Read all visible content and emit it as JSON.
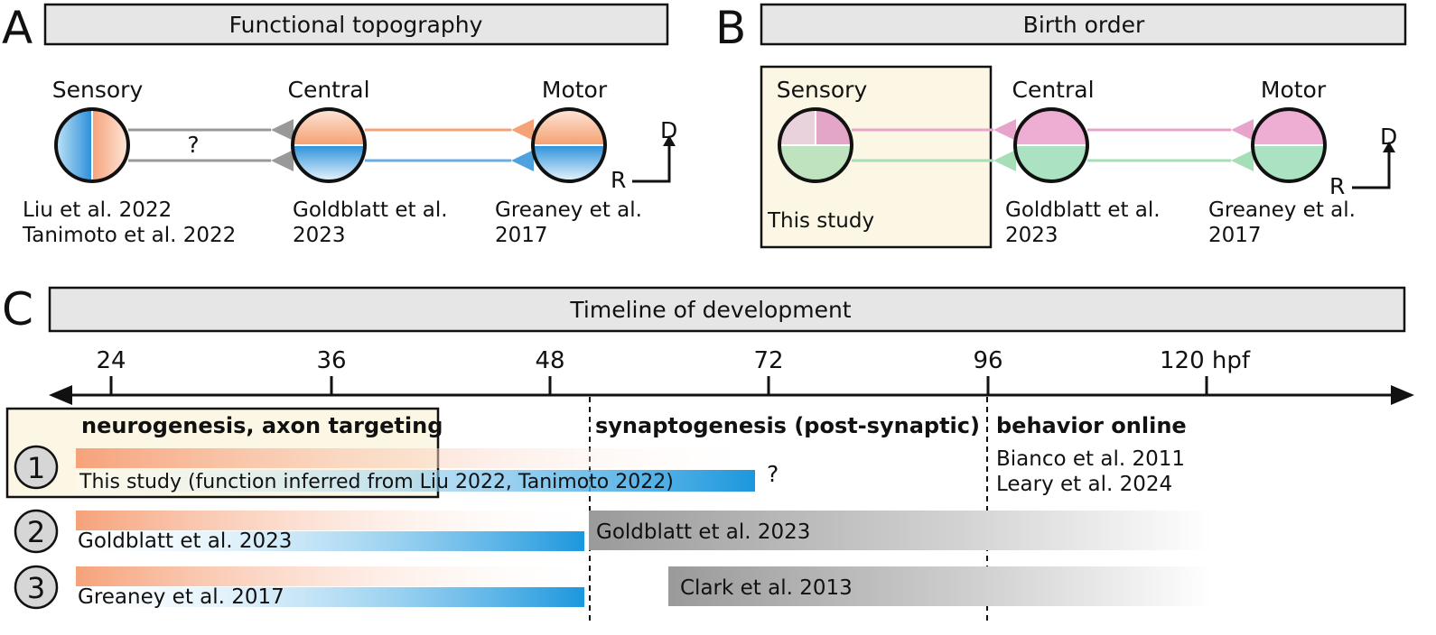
{
  "panel_a": {
    "letter": "A",
    "title": "Functional topography",
    "sensory_label": "Sensory",
    "central_label": "Central",
    "motor_label": "Motor",
    "unknown_mark": "?",
    "sensory_cite": [
      "Liu et al. 2022",
      "Tanimoto et al. 2022"
    ],
    "central_cite": [
      "Goldblatt et al.",
      "2023"
    ],
    "motor_cite": [
      "Greaney et al.",
      "2017"
    ],
    "axis_d": "D",
    "axis_r": "R"
  },
  "panel_b": {
    "letter": "B",
    "title": "Birth order",
    "sensory_label": "Sensory",
    "central_label": "Central",
    "motor_label": "Motor",
    "sensory_cite": "This study",
    "central_cite": [
      "Goldblatt et al.",
      "2023"
    ],
    "motor_cite": [
      "Greaney et al.",
      "2017"
    ],
    "axis_d": "D",
    "axis_r": "R"
  },
  "panel_c": {
    "letter": "C",
    "title": "Timeline of development",
    "ticks": [
      "24",
      "36",
      "48",
      "72",
      "96",
      "120 hpf"
    ],
    "phases": [
      "neurogenesis, axon targeting",
      "synaptogenesis (post-synaptic)",
      "behavior online"
    ],
    "behavior_cites": [
      "Bianco et al. 2011",
      "Leary et al. 2024"
    ],
    "rows": [
      {
        "number": "1",
        "birth_label": "This study (function inferred from Liu 2022, Tanimoto 2022)",
        "synapse_label": "?"
      },
      {
        "number": "2",
        "birth_label": "Goldblatt et al. 2023",
        "synapse_label": "Goldblatt et al. 2023"
      },
      {
        "number": "3",
        "birth_label": "Greaney et al. 2017",
        "synapse_label": "Clark et al. 2013"
      }
    ]
  },
  "colors": {
    "orange": "#f5a276",
    "blue": "#2b9ee0",
    "pink": "#e8a5cb",
    "green": "#a6deb8",
    "banner_fill": "#e6e6e6",
    "highlight_fill": "#fbf7e4",
    "gray_bar": "#9a9a9a"
  }
}
